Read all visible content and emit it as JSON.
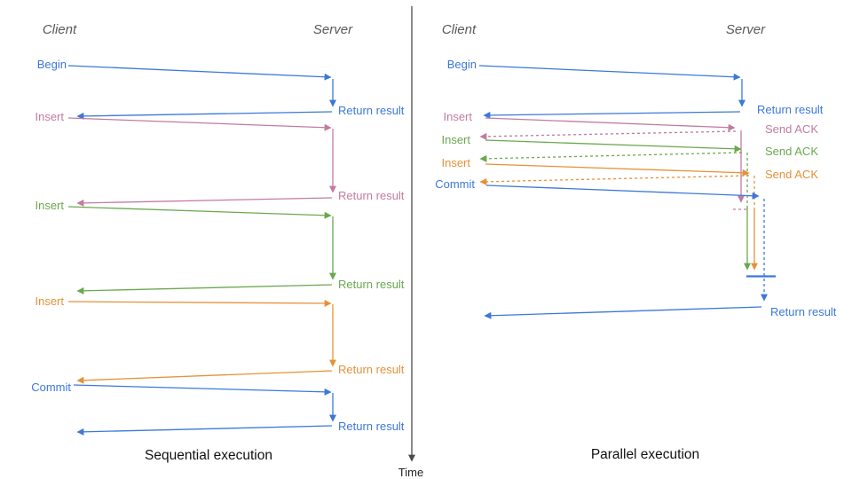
{
  "colors": {
    "blue": "#3c78d8",
    "pink": "#c27ba0",
    "green": "#6aa84f",
    "orange": "#e69138",
    "header_gray": "#595959"
  },
  "time_axis": {
    "label": "Time"
  },
  "sequential": {
    "title": "Sequential execution",
    "client_label": "Client",
    "server_label": "Server",
    "messages": [
      {
        "request": "Begin",
        "response": "Return result",
        "color": "blue"
      },
      {
        "request": "Insert",
        "response": "Return result",
        "color": "pink"
      },
      {
        "request": "Insert",
        "response": "Return result",
        "color": "green"
      },
      {
        "request": "Insert",
        "response": "Return result",
        "color": "orange"
      },
      {
        "request": "Commit",
        "response": "Return result",
        "color": "blue"
      }
    ]
  },
  "parallel": {
    "title": "Parallel execution",
    "client_label": "Client",
    "server_label": "Server",
    "messages": [
      {
        "request": "Begin",
        "response": "Return result",
        "color": "blue"
      },
      {
        "request": "Insert",
        "response": "Send ACK",
        "color": "pink"
      },
      {
        "request": "Insert",
        "response": "Send ACK",
        "color": "green"
      },
      {
        "request": "Insert",
        "response": "Send ACK",
        "color": "orange"
      },
      {
        "request": "Commit",
        "response": "Return result",
        "color": "blue"
      }
    ]
  }
}
